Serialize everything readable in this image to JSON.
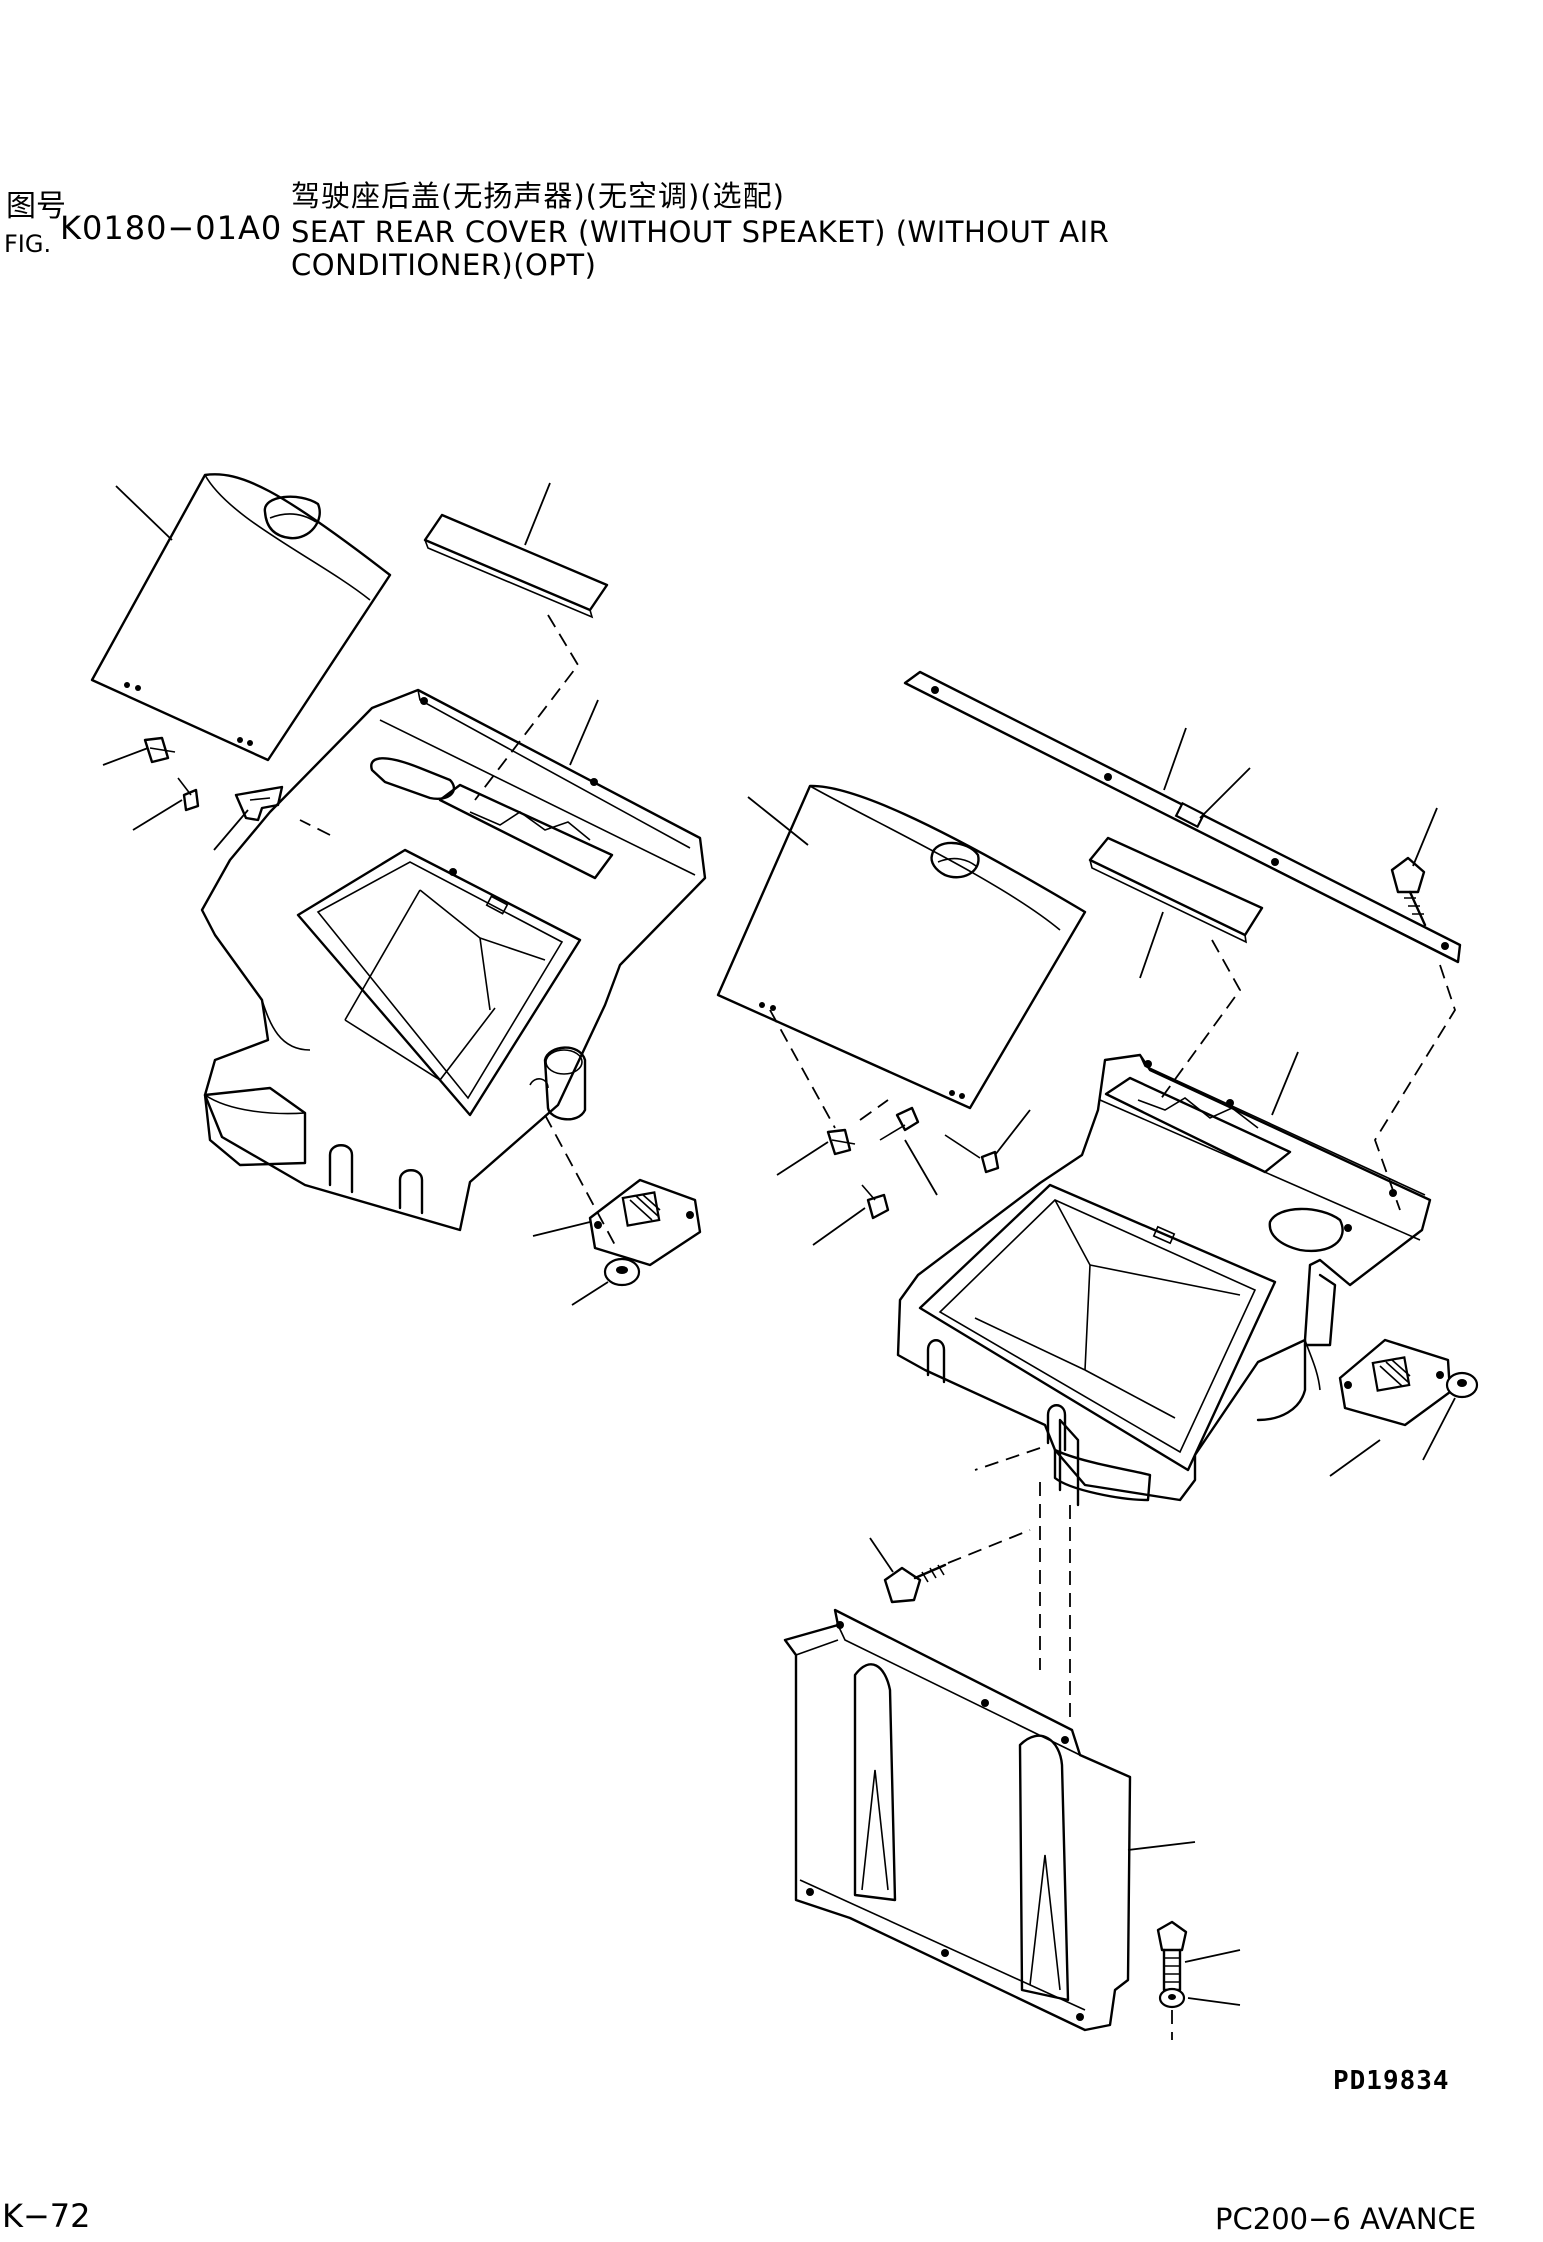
{
  "header": {
    "fig_zh_label": "图号",
    "fig_en_label": "FIG.",
    "fig_number": "K0180−01A0",
    "title_zh": "驾驶座后盖(无扬声器)(无空调)(选配)",
    "title_en_line1": "SEAT REAR COVER (WITHOUT SPEAKET) (WITHOUT AIR",
    "title_en_line2": "CONDITIONER)(OPT)"
  },
  "drawing": {
    "code": "PD19834"
  },
  "footer": {
    "page_number": "K−72",
    "model": "PC200−6 AVANCE"
  }
}
